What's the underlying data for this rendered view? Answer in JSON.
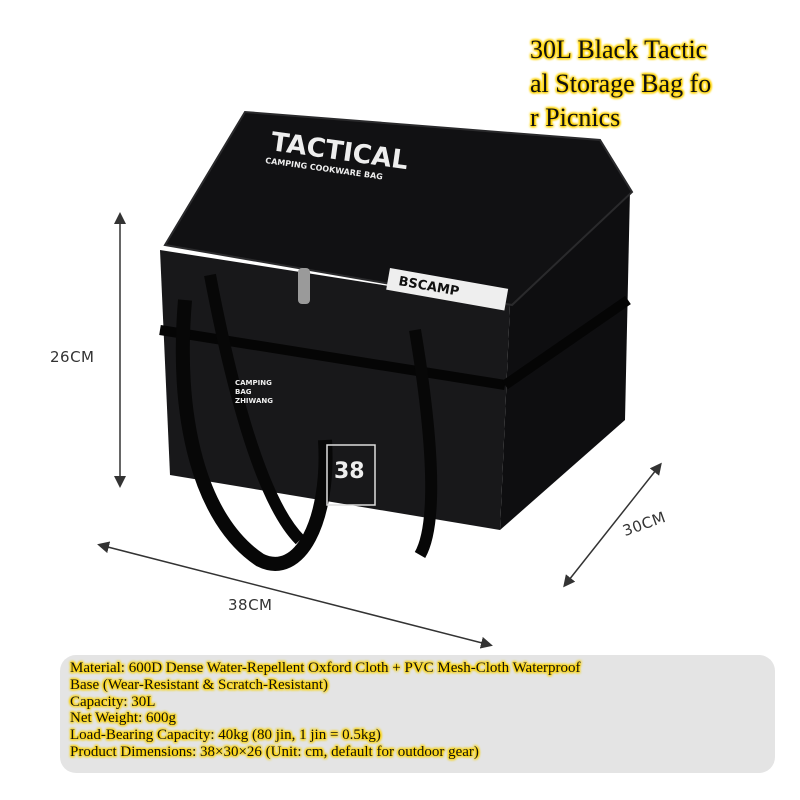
{
  "title_lines": [
    "30L Black Tactic",
    "al Storage Bag fo",
    "r Picnics"
  ],
  "dimensions": {
    "height": "26CM",
    "depth": "30CM",
    "width": "38CM"
  },
  "bag_print": {
    "lid_brand": "TACTICAL",
    "lid_sub": "CAMPING COOKWARE BAG",
    "lid_badge": "BSCAMP",
    "front_logo": [
      "CAMPING",
      "BAG",
      "ZHIWANG"
    ],
    "front_number": "38"
  },
  "specs": [
    "Material: 600D Dense Water-Repellent Oxford Cloth + PVC Mesh-Cloth Waterproof",
    "Base (Wear-Resistant & Scratch-Resistant)",
    "Capacity: 30L",
    "Net Weight: 600g",
    "Load-Bearing Capacity: 40kg (80 jin, 1 jin = 0.5kg)",
    "Product Dimensions: 38×30×26 (Unit: cm, default for outdoor gear)"
  ],
  "colors": {
    "bag": "#141416",
    "highlight": "#ffd400",
    "panel": "#e4e4e4"
  }
}
